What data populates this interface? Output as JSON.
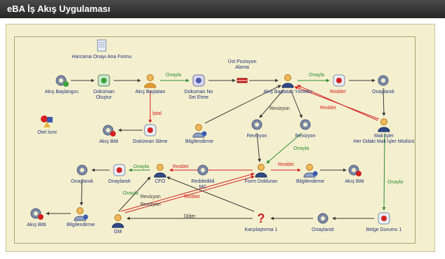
{
  "window": {
    "title": "eBA İş Akış Uygulaması"
  },
  "nodes": {
    "harcama_form": "Harcama Onayı Ana Formu",
    "akis_baslangici": "Akış Başlangıcı",
    "dokuman_olustur": "Doküman\nOluştur",
    "akis_baslatan": "Akış Başlatan",
    "dokuman_no_sei": "Dokuman No\nSei Etme",
    "ust_pozisyon": "Üst Pozisyon\nAlama",
    "yonetici": "Akış Başlatan Yönetici",
    "onaylandi_top": "Onaylandı",
    "mali_isler": "Mali İşler\nHer Odaki Mali İşler Müdürü",
    "otel_ismi": "Otel İsmi",
    "akis_bitti_1": "Akış Bitti",
    "dokuman_silme": "Doküman Silme",
    "bilgilendirme_1": "Bilgilendirme",
    "revizyon_1": "Revizyon",
    "revizyon_2": "Revizyon",
    "onaylandi_2": "Onaylandı",
    "onaylandi_3": "Onaylandı",
    "cfo": "CFO",
    "reddedildi_mc": "Reddedildi\nMC",
    "form_dolduran": "Form Dolduran",
    "bilgilendirme_2": "Bilgilendirme",
    "akis_bitti_2": "Akış Bitti",
    "akis_bitti_3": "Akış Bitti",
    "bilgilendirme_3": "Bilgilendirme",
    "gm": "GM",
    "karsilastirma": "Karşılaştırma 1",
    "onaylandi_4": "Onaylandı",
    "belge_durumu": "Belge Durumu 1"
  },
  "edges": {
    "onayla_1": "Onayla",
    "iptal": "İptal",
    "onayla_2": "Onayla",
    "reddet_1": "Reddet",
    "reddet_2": "Reddet",
    "revizyon_label": "Revizyon",
    "onayla_3": "Onayla",
    "onayla_4": "Onayla",
    "onayla_cfo": "Onayla",
    "reddet_cfo": "Reddet",
    "reddet_form": "Reddet",
    "onayla_gm": "Onayla",
    "revizyon_cfo": "Revizyon",
    "revizyon_gm": "Revizyon",
    "reddet_gm": "Reddet",
    "diger": "Diğer"
  },
  "colors": {
    "accent_green": "#2e8b2e",
    "accent_red": "#d42121",
    "label_blue": "#22317a",
    "canvas_bg": "#f4f0cf"
  }
}
